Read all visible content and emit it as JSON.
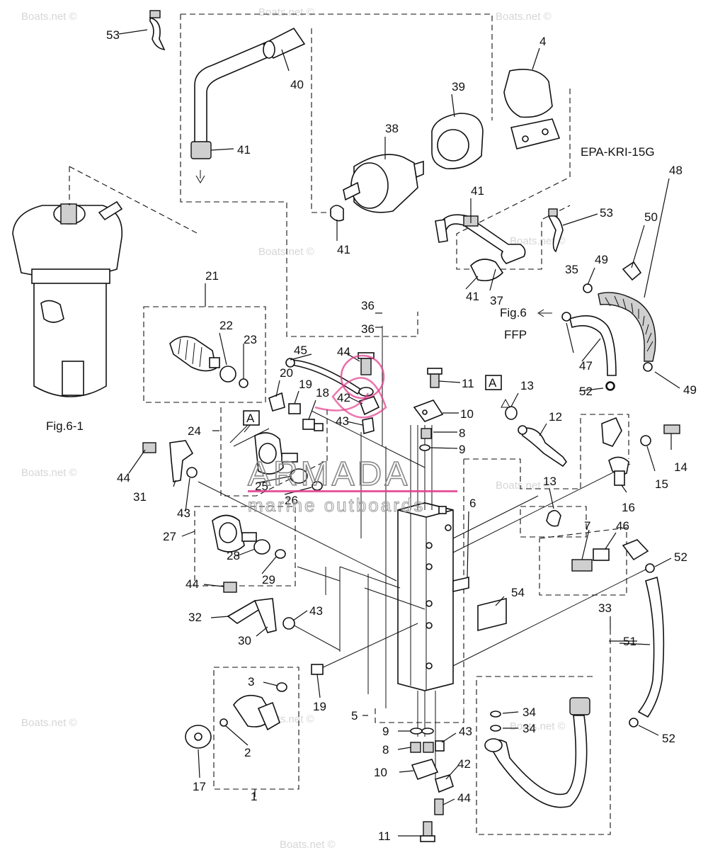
{
  "diagram_code": "EPA-KRI-15G",
  "figure_reference": "Fig.6-1",
  "cross_reference": {
    "figure": "Fig.6",
    "label": "FFP"
  },
  "section_marker": "A",
  "watermarks": [
    "Boats.net ©"
  ],
  "brand": {
    "name": "ARMADA",
    "tagline": "marine outboards",
    "accent_color": "#e23c8c"
  },
  "callout_numbers": [
    "1",
    "2",
    "3",
    "4",
    "5",
    "6",
    "7",
    "8",
    "9",
    "10",
    "11",
    "12",
    "13",
    "14",
    "15",
    "16",
    "17",
    "18",
    "19",
    "20",
    "21",
    "22",
    "23",
    "24",
    "25",
    "26",
    "27",
    "28",
    "29",
    "30",
    "31",
    "32",
    "33",
    "34",
    "35",
    "36",
    "37",
    "38",
    "39",
    "40",
    "41",
    "42",
    "43",
    "44",
    "45",
    "46",
    "47",
    "48",
    "49",
    "50",
    "51",
    "52",
    "53",
    "54"
  ]
}
